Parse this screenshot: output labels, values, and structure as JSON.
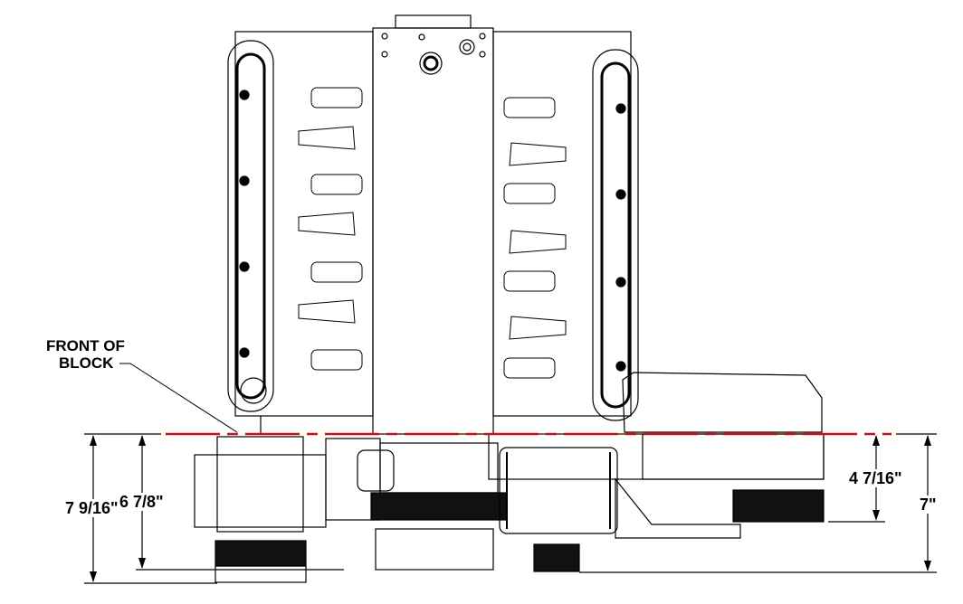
{
  "callout": {
    "line1": "FRONT OF",
    "line2": "BLOCK"
  },
  "dimensions": {
    "overall_left": "7 9/16\"",
    "left_inner": "6 7/8\"",
    "right_inner": "4 7/16\"",
    "overall_right": "7\""
  },
  "colors": {
    "reference_line": "#d01010",
    "ink": "#000000"
  }
}
